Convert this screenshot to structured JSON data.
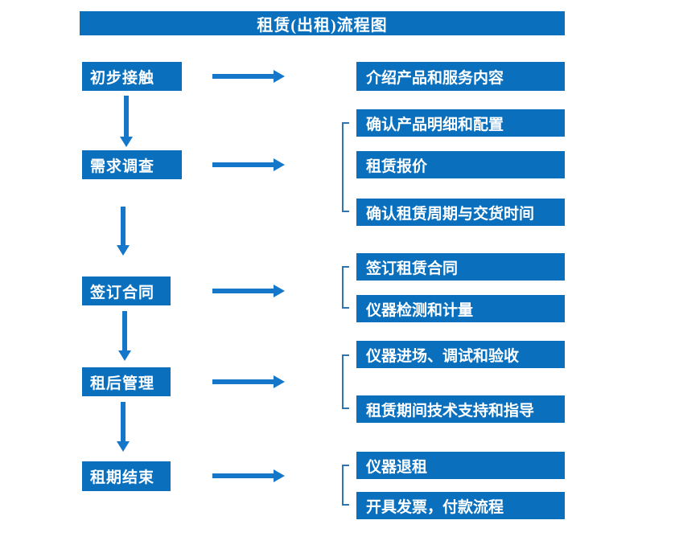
{
  "title": "租赁(出租)流程图",
  "colors": {
    "box_blue": "#0a70be",
    "arrow_blue": "#1577c9",
    "bracket_blue": "#2e75b6",
    "text_white": "#ffffff"
  },
  "steps": [
    {
      "label": "初步接触",
      "details": [
        "介绍产品和服务内容"
      ]
    },
    {
      "label": "需求调查",
      "details": [
        "确认产品明细和配置",
        "租赁报价",
        "确认租赁周期与交货时间"
      ]
    },
    {
      "label": "签订合同",
      "details": [
        "签订租赁合同",
        "仪器检测和计量"
      ]
    },
    {
      "label": "租后管理",
      "details": [
        "仪器进场、调试和验收",
        "租赁期间技术支持和指导"
      ]
    },
    {
      "label": "租期结束",
      "details": [
        "仪器退租",
        "开具发票，付款流程"
      ]
    }
  ]
}
